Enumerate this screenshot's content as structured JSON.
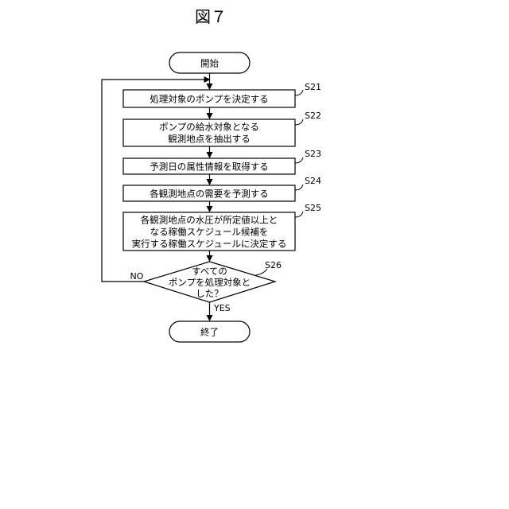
{
  "figure": {
    "title": "図７"
  },
  "nodes": {
    "start": {
      "label": "開始"
    },
    "s21": {
      "id": "S21",
      "lines": [
        "処理対象のポンプを決定する"
      ]
    },
    "s22": {
      "id": "S22",
      "lines": [
        "ポンプの給水対象となる",
        "観測地点を抽出する"
      ]
    },
    "s23": {
      "id": "S23",
      "lines": [
        "予測日の属性情報を取得する"
      ]
    },
    "s24": {
      "id": "S24",
      "lines": [
        "各観測地点の需要を予測する"
      ]
    },
    "s25": {
      "id": "S25",
      "lines": [
        "各観測地点の水圧が所定値以上と",
        "なる稼働スケジュール候補を",
        "実行する稼働スケジュールに決定する"
      ]
    },
    "s26": {
      "id": "S26",
      "lines": [
        "すべての",
        "ポンプを処理対象と",
        "した？"
      ]
    },
    "end": {
      "label": "終了"
    }
  },
  "edges": {
    "no_label": "NO",
    "yes_label": "YES"
  }
}
